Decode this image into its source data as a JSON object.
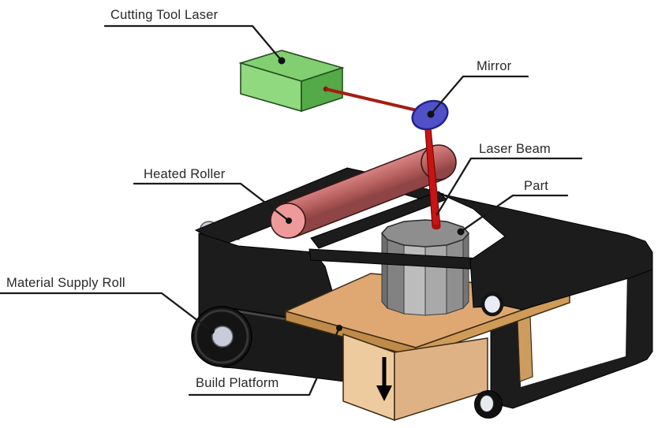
{
  "diagram": {
    "subject": "Laminated Object Manufacturing (LOM) 3D printing process schematic",
    "background": "#ffffff"
  },
  "labels": {
    "cutting_tool_laser": "Cutting Tool Laser",
    "mirror": "Mirror",
    "laser_beam": "Laser Beam",
    "part": "Part",
    "heated_roller": "Heated Roller",
    "material_supply_roll": "Material Supply Roll",
    "build_platform": "Build Platform"
  },
  "components": [
    {
      "name": "cutting-tool-laser-box",
      "color": "#90d97f"
    },
    {
      "name": "mirror-disc",
      "color": "#5050c8"
    },
    {
      "name": "laser-beam",
      "color": "#c81414"
    },
    {
      "name": "heated-roller",
      "color": "#ef9a9a"
    },
    {
      "name": "part-cylinder",
      "color": "#9a9a9a"
    },
    {
      "name": "material-supply-roll",
      "color": "#141414"
    },
    {
      "name": "build-platform",
      "color": "#dfa873"
    },
    {
      "name": "machine-frame",
      "color": "#1c1c1c"
    },
    {
      "name": "down-arrow-icon",
      "color": "#000000"
    }
  ]
}
